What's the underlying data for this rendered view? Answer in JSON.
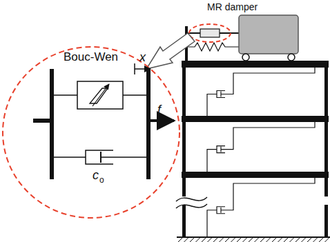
{
  "diagram": {
    "labels": [
      "MR damper",
      "Bouc-Wen",
      "x",
      "f",
      "c",
      "o"
    ]
  }
}
